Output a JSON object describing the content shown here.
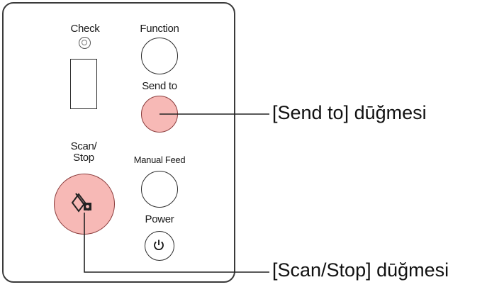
{
  "panel": {
    "check": {
      "label": "Check"
    },
    "function": {
      "label": "Function"
    },
    "send_to": {
      "label": "Send to"
    },
    "scan_stop": {
      "label_line1": "Scan/",
      "label_line2": "Stop"
    },
    "manual_feed": {
      "label": "Manual Feed"
    },
    "power": {
      "label": "Power"
    }
  },
  "callouts": {
    "send_to": "[Send to] dūğmesi",
    "scan_stop": "[Scan/Stop] dūğmesi"
  },
  "colors": {
    "highlight_fill": "#f7b9b6",
    "highlight_border": "#8a3b3b",
    "outline": "#2b2b2b"
  },
  "icons": [
    "check-led-icon",
    "scan-stop-icon",
    "power-icon"
  ]
}
